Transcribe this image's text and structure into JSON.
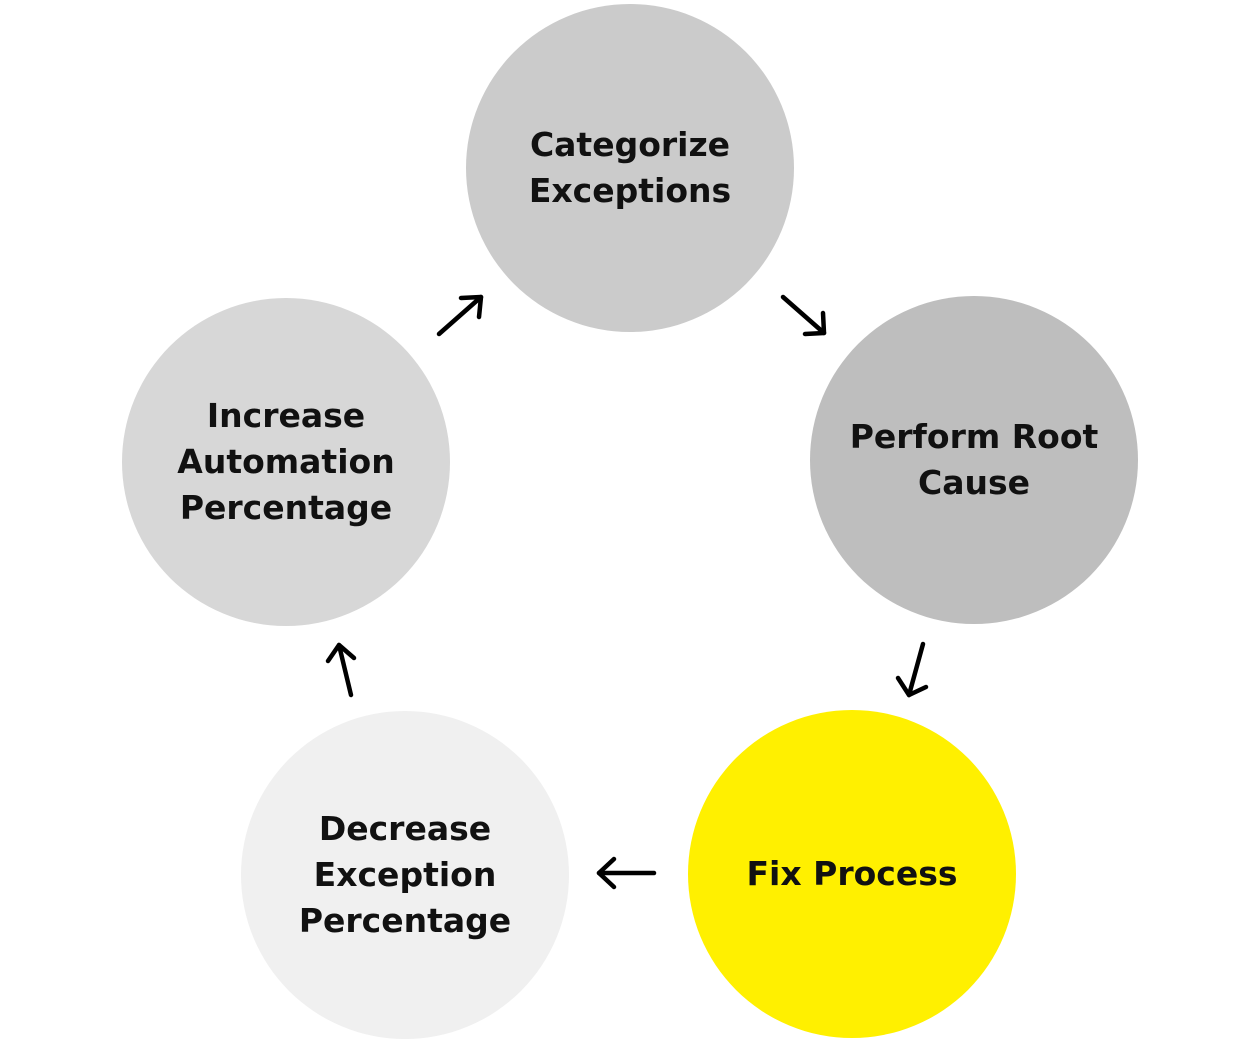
{
  "diagram": {
    "type": "cycle",
    "nodes": [
      {
        "id": "categorize",
        "label": "Categorize Exceptions",
        "color": "#cbcbcb"
      },
      {
        "id": "root-cause",
        "label": "Perform Root Cause",
        "color": "#bebebe"
      },
      {
        "id": "fix",
        "label": "Fix Process",
        "color": "#fff000"
      },
      {
        "id": "decrease",
        "label": "Decrease Exception Percentage",
        "color": "#f0f0f0"
      },
      {
        "id": "increase",
        "label": "Increase Automation Percentage",
        "color": "#d7d7d7"
      }
    ],
    "edges": [
      {
        "from": "categorize",
        "to": "root-cause"
      },
      {
        "from": "root-cause",
        "to": "fix"
      },
      {
        "from": "fix",
        "to": "decrease"
      },
      {
        "from": "decrease",
        "to": "increase"
      },
      {
        "from": "increase",
        "to": "categorize"
      }
    ],
    "arrow_color": "#000000",
    "background": "#ffffff"
  }
}
